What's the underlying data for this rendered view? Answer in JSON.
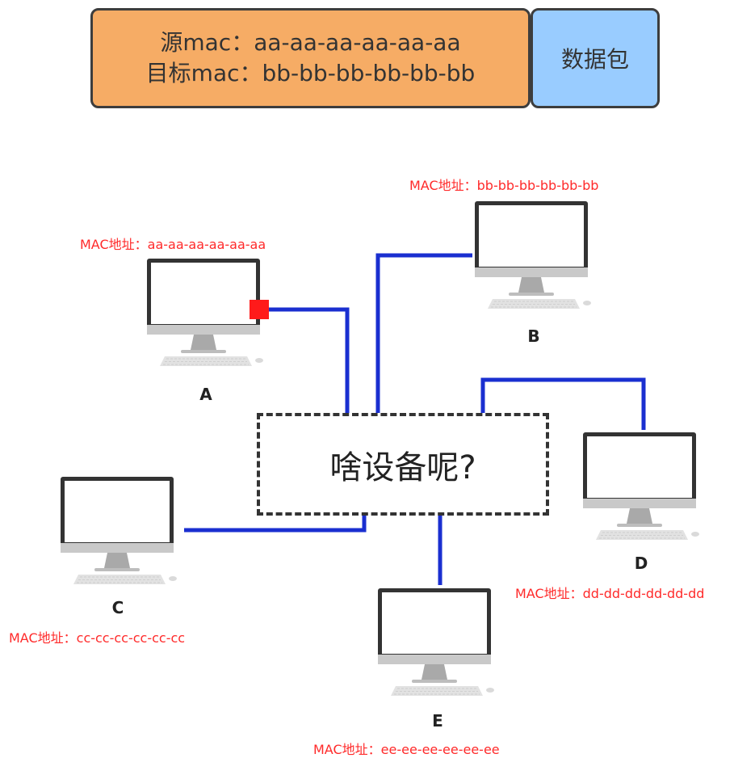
{
  "frame": {
    "src_mac": "源mac：aa-aa-aa-aa-aa-aa",
    "dst_mac": "目标mac：bb-bb-bb-bb-bb-bb",
    "payload_label": "数据包"
  },
  "colors": {
    "header": "#f6ac65",
    "payload": "#99ccff",
    "cable": "#1a2fd0",
    "mac_text": "#ff2a2a",
    "port": "#ff1a1a"
  },
  "device": {
    "label": "啥设备呢?"
  },
  "hosts": [
    {
      "name": "A",
      "mac": "MAC地址：aa-aa-aa-aa-aa-aa"
    },
    {
      "name": "B",
      "mac": "MAC地址：bb-bb-bb-bb-bb-bb"
    },
    {
      "name": "C",
      "mac": "MAC地址：cc-cc-cc-cc-cc-cc"
    },
    {
      "name": "D",
      "mac": "MAC地址：dd-dd-dd-dd-dd-dd"
    },
    {
      "name": "E",
      "mac": "MAC地址：ee-ee-ee-ee-ee-ee"
    }
  ]
}
